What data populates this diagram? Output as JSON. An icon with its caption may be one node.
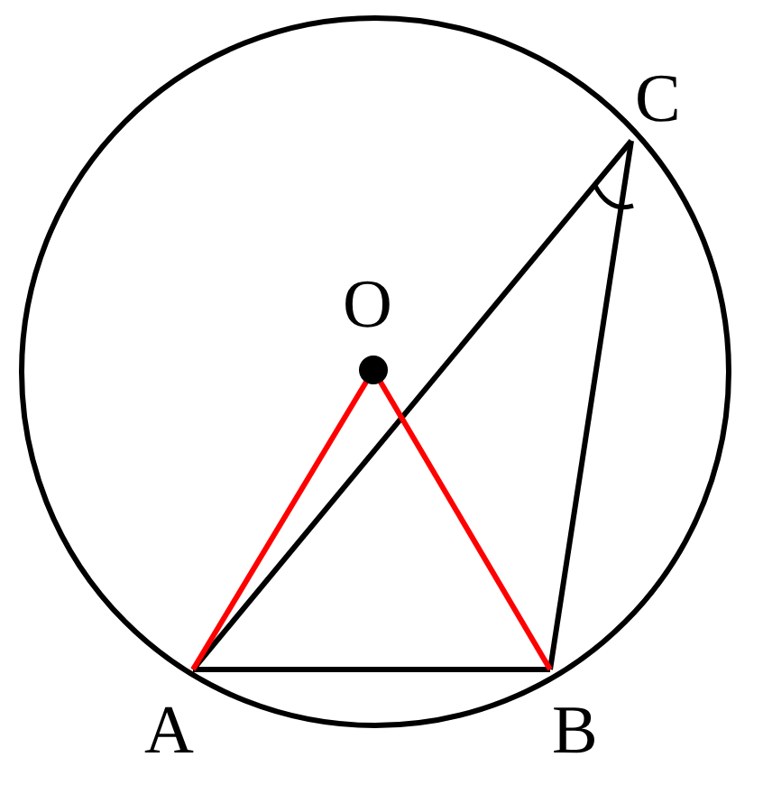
{
  "diagram": {
    "nodes": [
      {
        "text": [
          "C"
        ]
      },
      {
        "text": [
          "O"
        ]
      },
      {
        "text": [
          "A"
        ]
      },
      {
        "text": [
          "B"
        ]
      }
    ],
    "edges": [
      {
        "from": 2,
        "to": 3,
        "arrow": "none"
      },
      {
        "from": 2,
        "to": 0,
        "arrow": "none"
      },
      {
        "from": 0,
        "to": 3,
        "arrow": "none"
      },
      {
        "from": 1,
        "to": 2,
        "arrow": "none",
        "color": "#ff0000"
      },
      {
        "from": 1,
        "to": 3,
        "arrow": "none",
        "color": "#ff0000"
      }
    ]
  }
}
